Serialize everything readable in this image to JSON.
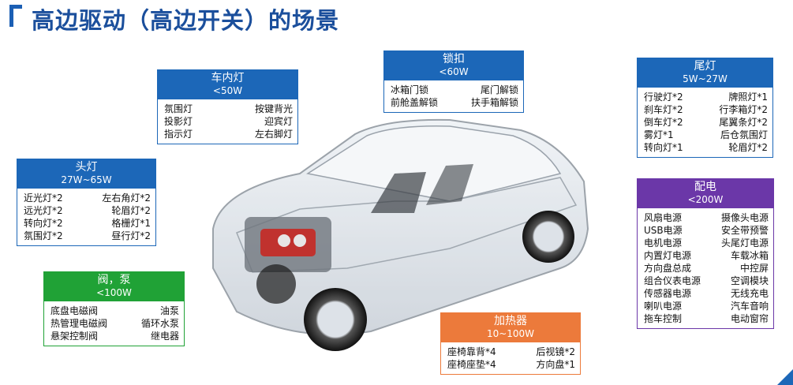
{
  "title": "高边驱动（高边开关）的场景",
  "colors": {
    "blue": "#1c67b8",
    "green": "#20a236",
    "purple": "#6b37a8",
    "orange": "#ec7a3b",
    "title": "#1b4f9c"
  },
  "groups": {
    "interior": {
      "name": "车内灯",
      "power": "<50W",
      "items": [
        "氛围灯",
        "按键背光",
        "投影灯",
        "迎宾灯",
        "指示灯",
        "左右脚灯"
      ]
    },
    "lock": {
      "name": "锁扣",
      "power": "<60W",
      "items": [
        "冰箱门锁",
        "尾门解锁",
        "前舱盖解锁",
        "扶手箱解锁"
      ]
    },
    "tail": {
      "name": "尾灯",
      "power": "5W~27W",
      "items": [
        "行驶灯*2",
        "牌照灯*1",
        "刹车灯*2",
        "行李箱灯*2",
        "倒车灯*2",
        "尾翼条灯*2",
        "雾灯*1",
        "后仓氛围灯",
        "转向灯*1",
        "轮眉灯*2"
      ]
    },
    "head": {
      "name": "头灯",
      "power": "27W~65W",
      "items": [
        "近光灯*2",
        "左右角灯*2",
        "远光灯*2",
        "轮眉灯*2",
        "转向灯*2",
        "格栅灯*1",
        "氛围灯*2",
        "昼行灯*2"
      ]
    },
    "power": {
      "name": "配电",
      "power": "<200W",
      "items": [
        "风扇电源",
        "摄像头电源",
        "USB电源",
        "安全带预警",
        "电机电源",
        "头尾灯电源",
        "内置灯电源",
        "车载冰箱",
        "方向盘总成",
        "中控屏",
        "组合仪表电源",
        "空调模块",
        "传感器电源",
        "无线充电",
        "喇叭电源",
        "汽车音响",
        "拖车控制",
        "电动窗帘"
      ]
    },
    "valve": {
      "name": "阀，泵",
      "power": "<100W",
      "items": [
        "底盘电磁阀",
        "油泵",
        "热管理电磁阀",
        "循环水泵",
        "悬架控制阀",
        "继电器"
      ]
    },
    "heater": {
      "name": "加热器",
      "power": "10~100W",
      "items": [
        "座椅靠背*4",
        "后视镜*2",
        "座椅座垫*4",
        "方向盘*1"
      ]
    }
  }
}
